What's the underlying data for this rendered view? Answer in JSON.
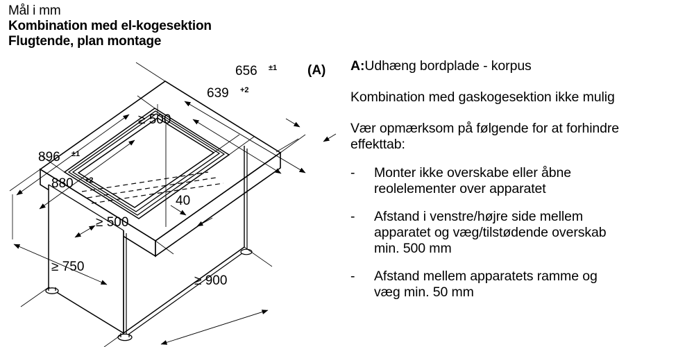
{
  "header": {
    "units_line": "Mål i mm",
    "title_line_1": "Kombination med el-kogesektion",
    "title_line_2": "Flugtende, plan montage"
  },
  "diagram": {
    "dimensions": {
      "width_outer": {
        "value": "896",
        "tolerance": "±1"
      },
      "width_cutout": {
        "value": "880",
        "tolerance": "+2"
      },
      "depth_outer": {
        "value": "656",
        "tolerance": "±1"
      },
      "depth_cutout": {
        "value": "639",
        "tolerance": "+2"
      },
      "clearance_rear": "≥ 500",
      "clearance_side": "≥ 500",
      "edge_distance": "40",
      "worktop_height": "≥ 750",
      "cabinet_width": "≥ 900"
    },
    "reference_marker": "(A)"
  },
  "notes": {
    "reference_label": "A:",
    "reference_text": "Udhæng bordplade - korpus",
    "gas_note": "Kombination med gaskogesektion ikke mulig",
    "warning_line_1": "Vær opmærksom på følgende for at forhindre",
    "warning_line_2": "effekttab:",
    "bullet_marker": "-",
    "bullets": [
      {
        "lines": [
          "Monter ikke overskabe eller åbne",
          "reolelementer over apparatet"
        ]
      },
      {
        "lines": [
          "Afstand i venstre/højre side mellem",
          "apparatet og væg/tilstødende overskab",
          "min. 500 mm"
        ]
      },
      {
        "lines": [
          "Afstand mellem apparatets ramme og",
          "væg min. 50 mm"
        ]
      }
    ]
  },
  "colors": {
    "ink": "#000000",
    "background": "#ffffff"
  }
}
